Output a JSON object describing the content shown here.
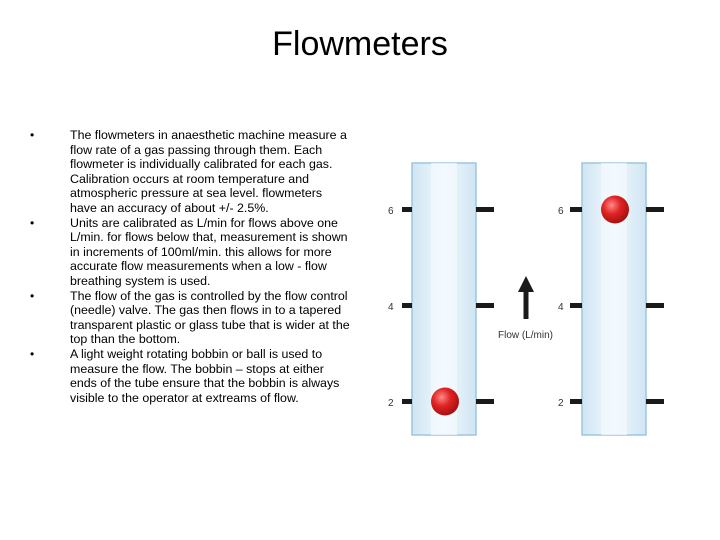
{
  "slide": {
    "title": "Flowmeters",
    "bullets": [
      "The flowmeters in anaesthetic machine measure a flow rate of a gas passing through them. Each flowmeter is individually calibrated for each gas. Calibration occurs at room temperature and atmospheric pressure at sea level. flowmeters have an accuracy of about +/- 2.5%.",
      "Units are calibrated as L/min for flows above one L/min. for flows below that, measurement is shown in increments of 100ml/min. this allows for more accurate flow measurements when a low - flow breathing system is used.",
      "The flow of the gas is controlled by the flow control (needle) valve. The gas then flows in to a tapered transparent plastic or glass tube that is wider at the top than the bottom.",
      "A light weight rotating bobbin or ball is used to measure the flow. The bobbin – stops at either ends of the tube ensure that the bobbin is always visible to the operator at extreams of flow."
    ],
    "bullet_glyph": "•"
  },
  "figure": {
    "scale_marks": [
      "6",
      "4",
      "2"
    ],
    "arrow_label": "Flow (L/min)",
    "colors": {
      "tube_fill": "#d8ebf6",
      "tube_edge": "#9cc6e0",
      "tube_core": "#eef7fc",
      "ball": "#d81e1e",
      "tick": "#1a1a1a"
    },
    "tubes": [
      {
        "name": "low-flow-tube",
        "ball_level": 2.0
      },
      {
        "name": "high-flow-tube",
        "ball_level": 6.0
      }
    ]
  }
}
